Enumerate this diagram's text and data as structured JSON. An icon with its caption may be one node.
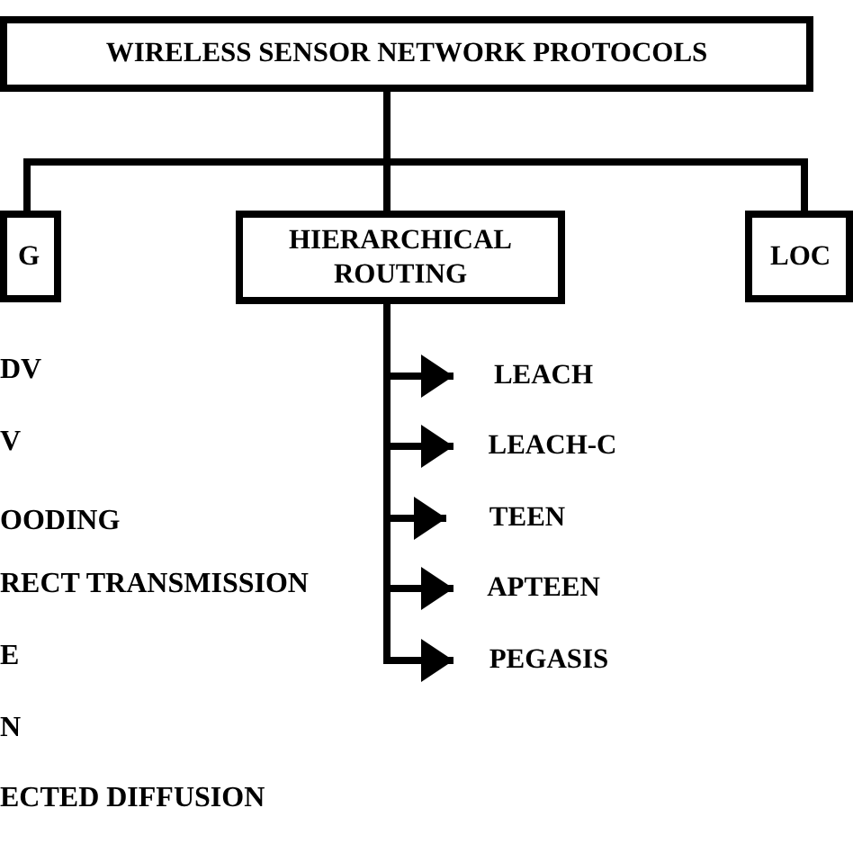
{
  "diagram": {
    "nodes": [
      {
        "text": [
          "WIRELESS SENSOR NETWORK PROTOCOLS"
        ]
      },
      {
        "text": [
          "G"
        ]
      },
      {
        "text": [
          "HIERARCHICAL ROUTING"
        ]
      },
      {
        "text": [
          "LOC"
        ]
      },
      {
        "text": [
          "LEACH"
        ]
      },
      {
        "text": [
          "LEACH-C"
        ]
      },
      {
        "text": [
          "TEEN"
        ]
      },
      {
        "text": [
          "APTEEN"
        ]
      },
      {
        "text": [
          "PEGASIS"
        ]
      }
    ],
    "edges": [
      {
        "from": 0,
        "to": 1,
        "arrow": "none"
      },
      {
        "from": 0,
        "to": 2,
        "arrow": "none"
      },
      {
        "from": 0,
        "to": 3,
        "arrow": "none"
      },
      {
        "from": 2,
        "to": 4,
        "arrow": "to"
      },
      {
        "from": 2,
        "to": 5,
        "arrow": "to"
      },
      {
        "from": 2,
        "to": 6,
        "arrow": "to"
      },
      {
        "from": 2,
        "to": 7,
        "arrow": "to"
      },
      {
        "from": 2,
        "to": 8,
        "arrow": "to"
      }
    ],
    "labels": [
      "DV",
      "V",
      "OODING",
      "RECT TRANSMISSION",
      "E",
      "N",
      "ECTED DIFFUSION"
    ]
  }
}
